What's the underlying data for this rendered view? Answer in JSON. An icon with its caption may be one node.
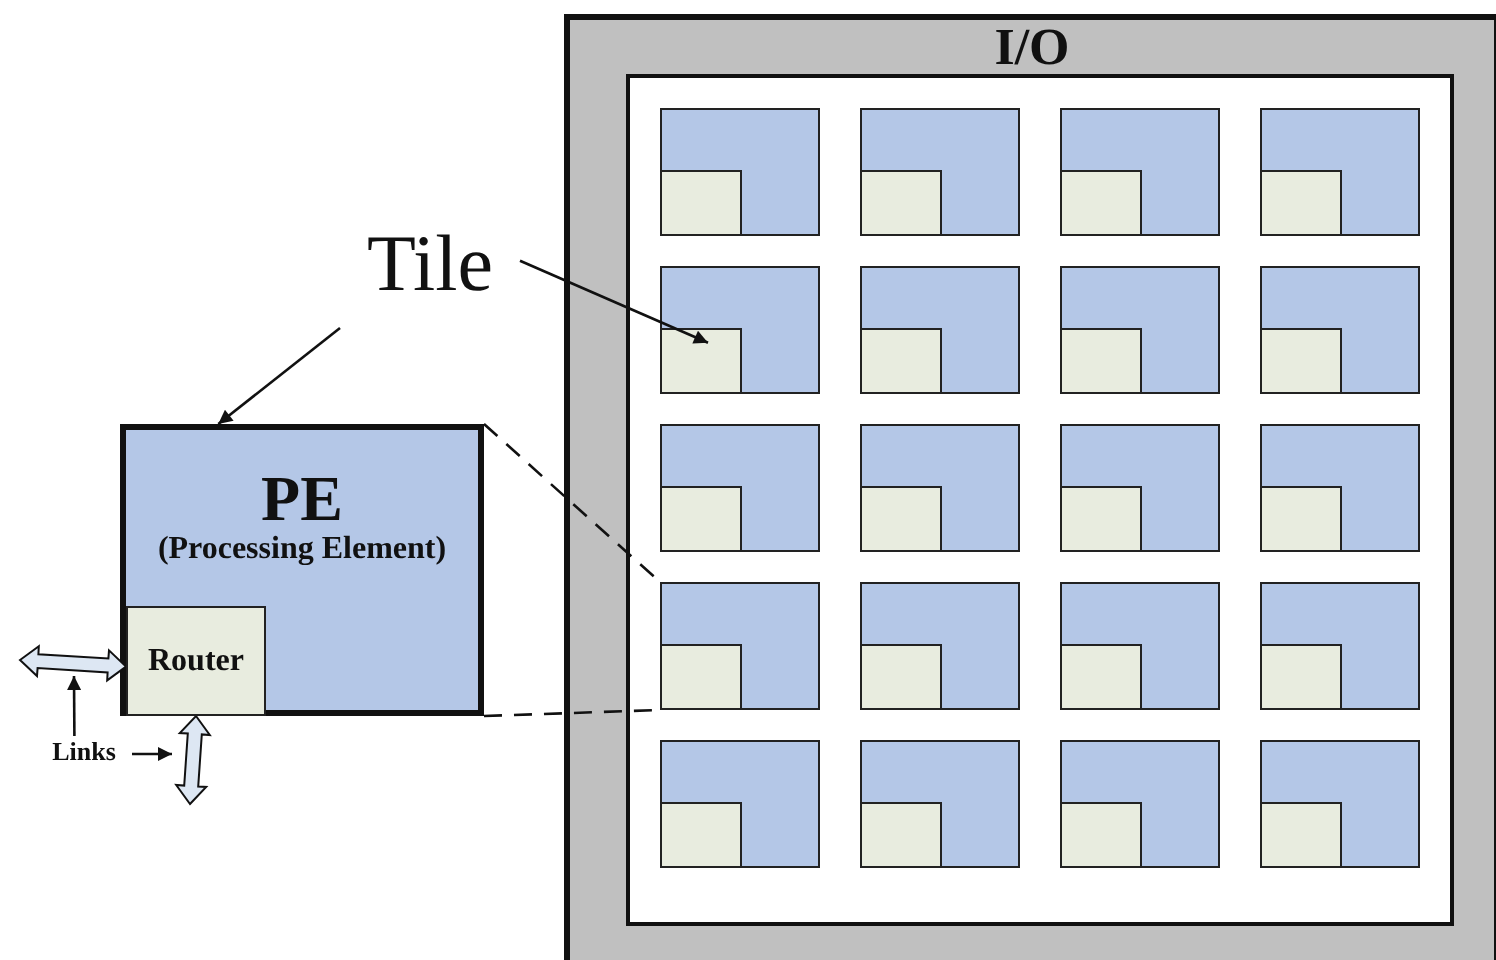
{
  "diagram": {
    "nodes": [
      {
        "text": [
          "Tile"
        ]
      },
      {
        "text": [
          "PE",
          "(Processing Element)"
        ]
      },
      {
        "text": [
          "Router"
        ],
        "in": 1
      },
      {
        "text": [
          "Links"
        ]
      },
      {
        "text": [
          "I/O"
        ]
      },
      {
        "text": [],
        "shape": "box",
        "in": 4
      },
      {
        "text": [],
        "shape": "box",
        "in": 5
      },
      {
        "text": [],
        "shape": "box",
        "in": 4
      },
      {
        "text": [],
        "shape": "box",
        "in": 7
      },
      {
        "text": [],
        "shape": "box",
        "in": 4
      },
      {
        "text": [],
        "shape": "box",
        "in": 9
      },
      {
        "text": [],
        "shape": "box",
        "in": 4
      },
      {
        "text": [],
        "shape": "box",
        "in": 11
      },
      {
        "text": [],
        "shape": "box",
        "in": 4
      },
      {
        "text": [],
        "shape": "box",
        "in": 13
      },
      {
        "text": [],
        "shape": "box",
        "in": 4
      },
      {
        "text": [],
        "shape": "box",
        "in": 15
      },
      {
        "text": [],
        "shape": "box",
        "in": 4
      },
      {
        "text": [],
        "shape": "box",
        "in": 17
      },
      {
        "text": [],
        "shape": "box",
        "in": 4
      },
      {
        "text": [],
        "shape": "box",
        "in": 19
      },
      {
        "text": [],
        "shape": "box",
        "in": 4
      },
      {
        "text": [],
        "shape": "box",
        "in": 21
      },
      {
        "text": [],
        "shape": "box",
        "in": 4
      },
      {
        "text": [],
        "shape": "box",
        "in": 23
      },
      {
        "text": [],
        "shape": "box",
        "in": 4
      },
      {
        "text": [],
        "shape": "box",
        "in": 25
      },
      {
        "text": [],
        "shape": "box",
        "in": 4
      },
      {
        "text": [],
        "shape": "box",
        "in": 27
      },
      {
        "text": [],
        "shape": "box",
        "in": 4
      },
      {
        "text": [],
        "shape": "box",
        "in": 29
      },
      {
        "text": [],
        "shape": "box",
        "in": 4
      },
      {
        "text": [],
        "shape": "box",
        "in": 31
      },
      {
        "text": [],
        "shape": "box",
        "in": 4
      },
      {
        "text": [],
        "shape": "box",
        "in": 33
      },
      {
        "text": [],
        "shape": "box",
        "in": 4
      },
      {
        "text": [],
        "shape": "box",
        "in": 35
      },
      {
        "text": [],
        "shape": "box",
        "in": 4
      },
      {
        "text": [],
        "shape": "box",
        "in": 37
      },
      {
        "text": [],
        "shape": "box",
        "in": 4
      },
      {
        "text": [],
        "shape": "box",
        "in": 39
      },
      {
        "text": [],
        "shape": "box",
        "in": 4
      },
      {
        "text": [],
        "shape": "box",
        "in": 41
      },
      {
        "text": [],
        "shape": "box",
        "in": 4
      },
      {
        "text": [],
        "shape": "box",
        "in": 43
      }
    ],
    "edges": [
      {
        "from": 0,
        "to": 13,
        "arrow": "to"
      },
      {
        "from": 0,
        "to": 1,
        "arrow": "to"
      },
      {
        "from": 1,
        "to": 29,
        "arrow": "none",
        "style": "dashed"
      },
      {
        "from": 1,
        "to": 29,
        "arrow": "none",
        "style": "dashed"
      },
      {
        "from": null,
        "to": 2,
        "arrow": "both",
        "style": "thick"
      },
      {
        "from": null,
        "to": 2,
        "arrow": "both",
        "style": "thick"
      },
      {
        "from": 3,
        "to": null,
        "arrow": "to"
      },
      {
        "from": 3,
        "to": null,
        "arrow": "to"
      }
    ]
  }
}
